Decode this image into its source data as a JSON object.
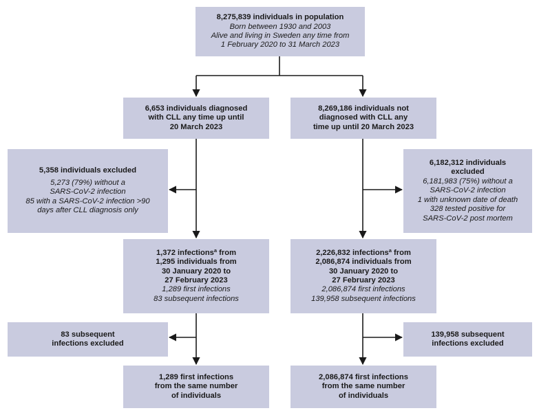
{
  "population": {
    "title": "8,275,839 individuals in population",
    "lines": [
      "Born between 1930 and 2003",
      "Alive and living in Sweden any time from",
      "1 February 2020 to 31 March 2023"
    ]
  },
  "cll": {
    "diagnosed": {
      "lines": [
        "6,653 individuals diagnosed",
        "with CLL any time up until",
        "20 March 2023"
      ]
    },
    "excluded": {
      "title": "5,358 individuals excluded",
      "lines": [
        "5,273 (79%) without a",
        "SARS-CoV-2 infection",
        "85 with a SARS-CoV-2 infection >90",
        "days after CLL diagnosis only"
      ]
    },
    "infections": {
      "line1_pre": "1,372 infections",
      "sup": "a",
      "line1_post": " from",
      "lines": [
        "1,295 individuals from",
        "30 January 2020 to",
        "27 February 2023"
      ],
      "details": [
        "1,289 first infections",
        "83 subsequent infections"
      ]
    },
    "subsequent_excluded": {
      "lines": [
        "83 subsequent",
        "infections excluded"
      ]
    },
    "final": {
      "lines": [
        "1,289 first infections",
        "from the same number",
        "of individuals"
      ]
    }
  },
  "non_cll": {
    "diagnosed": {
      "lines": [
        "8,269,186 individuals not",
        "diagnosed with CLL any",
        "time up until 20 March 2023"
      ]
    },
    "excluded": {
      "title_lines": [
        "6,182,312 individuals",
        "excluded"
      ],
      "lines": [
        "6,181,983 (75%) without a",
        "SARS-CoV-2 infection",
        "1 with unknown date of death",
        "328 tested positive for",
        "SARS-CoV-2 post mortem"
      ]
    },
    "infections": {
      "line1_pre": "2,226,832 infections",
      "sup": "a",
      "line1_post": " from",
      "lines": [
        "2,086,874 individuals from",
        "30 January 2020 to",
        "27 February 2023"
      ],
      "details": [
        "2,086,874 first infections",
        "139,958 subsequent infections"
      ]
    },
    "subsequent_excluded": {
      "lines": [
        "139,958 subsequent",
        "infections excluded"
      ]
    },
    "final": {
      "lines": [
        "2,086,874 first infections",
        "from the same number",
        "of individuals"
      ]
    }
  },
  "colors": {
    "box_fill": "#c9cbdf",
    "line": "#1a1a1a"
  }
}
